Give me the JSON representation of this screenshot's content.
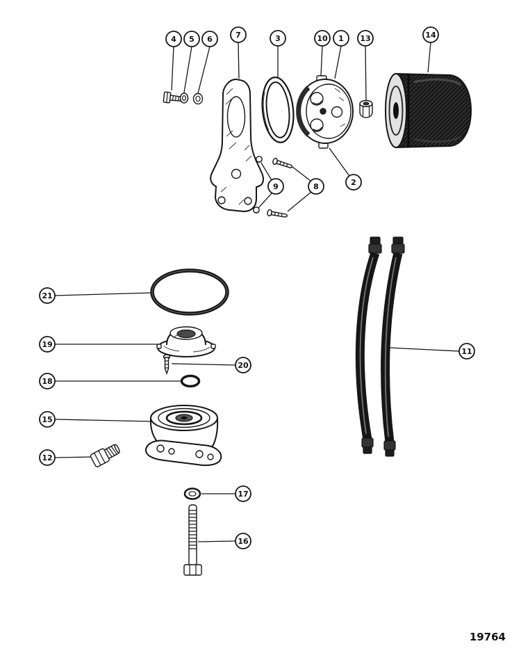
{
  "diagram": {
    "part_number": "19764",
    "callouts": {
      "c1": "1",
      "c2": "2",
      "c3": "3",
      "c4": "4",
      "c5": "5",
      "c6": "6",
      "c7": "7",
      "c8": "8",
      "c9": "9",
      "c10": "10",
      "c11": "11",
      "c12": "12",
      "c13": "13",
      "c14": "14",
      "c15": "15",
      "c16": "16",
      "c17": "17",
      "c18": "18",
      "c19": "19",
      "c20": "20",
      "c21": "21"
    }
  }
}
